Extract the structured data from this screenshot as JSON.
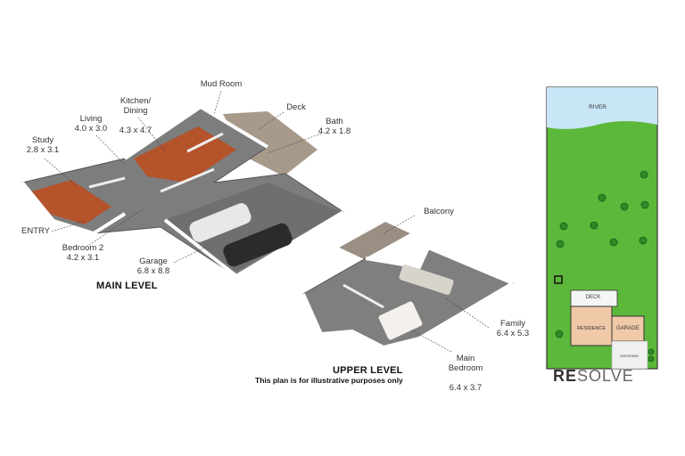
{
  "main_level": {
    "title": "MAIN LEVEL",
    "rooms": [
      {
        "id": "study",
        "name": "Study",
        "size": "2.8 x 3.1"
      },
      {
        "id": "living",
        "name": "Living",
        "size": "4.0 x 3.0"
      },
      {
        "id": "kitchen",
        "name": "Kitchen/\nDining",
        "size": "4.3 x 4.7"
      },
      {
        "id": "mudroom",
        "name": "Mud Room",
        "size": ""
      },
      {
        "id": "deck",
        "name": "Deck",
        "size": ""
      },
      {
        "id": "bath",
        "name": "Bath",
        "size": "4.2 x 1.8"
      },
      {
        "id": "entry",
        "name": "ENTRY",
        "size": ""
      },
      {
        "id": "bedroom2",
        "name": "Bedroom 2",
        "size": "4.2 x 3.1"
      },
      {
        "id": "garage",
        "name": "Garage",
        "size": "6.8 x 8.8"
      }
    ]
  },
  "upper_level": {
    "title": "UPPER LEVEL",
    "note": "This plan is for illustrative purposes only",
    "rooms": [
      {
        "id": "balcony",
        "name": "Balcony",
        "size": ""
      },
      {
        "id": "family",
        "name": "Family",
        "size": "6.4 x 5.3"
      },
      {
        "id": "main_bedroom",
        "name": "Main\nBedroom",
        "size": "6.4 x 3.7"
      }
    ]
  },
  "site_plan": {
    "labels": {
      "river": "RIVER",
      "deck": "DECK",
      "residence": "RESIDENCE",
      "garage": "GARAGE",
      "driveway": "DRIVEWAY"
    },
    "colors": {
      "lawn": "#5cb83a",
      "river": "#c9e6f6",
      "residence": "#f0c9a8",
      "garage": "#f0c9a8"
    }
  },
  "logo": {
    "part1": "RE",
    "part2": "SOLVE"
  }
}
